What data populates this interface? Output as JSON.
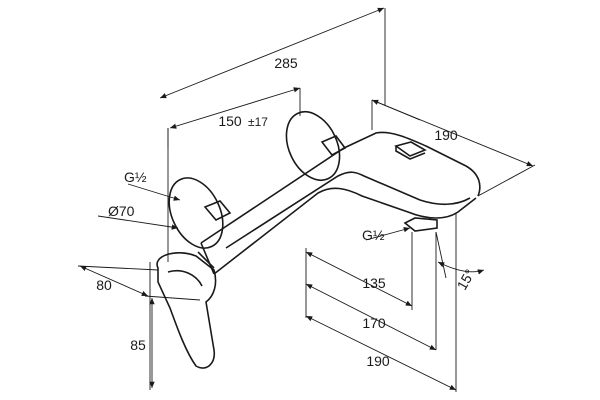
{
  "drawing": {
    "dimensions": {
      "overall_length": "285",
      "inlet_spacing": "150",
      "inlet_spacing_tolerance": "±17",
      "body_depth": "190",
      "thread_inlet": "G½",
      "flange_diameter": "Ø70",
      "lever_projection": "80",
      "lever_height": "85",
      "thread_outlet": "G½",
      "spout_135": "135",
      "spout_170": "170",
      "spout_190": "190",
      "angle": "15°"
    }
  }
}
